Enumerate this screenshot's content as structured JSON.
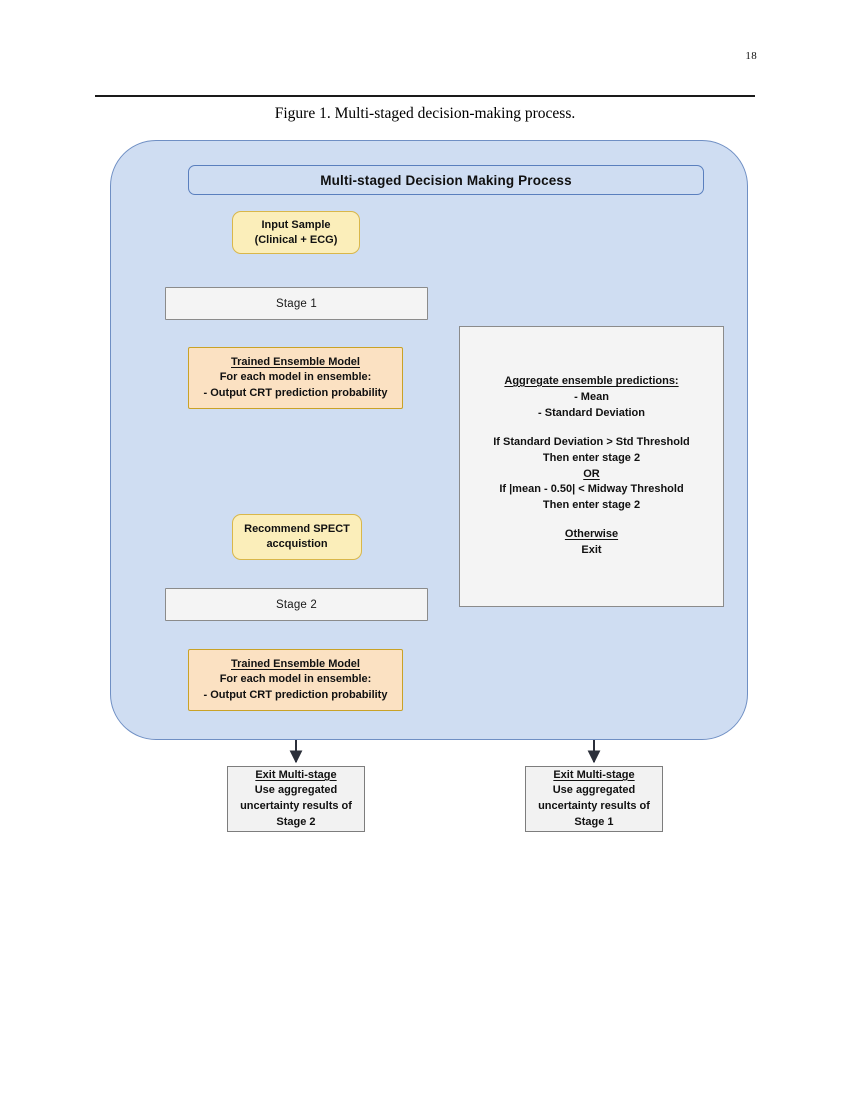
{
  "page": {
    "number": "18",
    "caption": "Figure 1. Multi-staged decision-making process."
  },
  "diagram": {
    "title": "Multi-staged Decision Making Process",
    "input_sample": {
      "line1": "Input Sample",
      "line2": "(Clinical + ECG)"
    },
    "stage1_bar": "Stage 1",
    "stage2_bar": "Stage 2",
    "ensemble_stage1": {
      "heading": "Trained Ensemble Model",
      "line1": "For each model in ensemble:",
      "line2": "- Output CRT prediction probability"
    },
    "ensemble_stage2": {
      "heading": "Trained Ensemble Model",
      "line1": "For each model in ensemble:",
      "line2": "- Output CRT prediction probability"
    },
    "aggregate": {
      "heading": "Aggregate ensemble predictions:",
      "bullet1": "- Mean",
      "bullet2": "- Standard Deviation",
      "cond1_line1": "If Standard Deviation > Std Threshold",
      "cond1_line2": "Then enter stage 2",
      "or": "OR",
      "cond2_line1": "If |mean - 0.50| < Midway Threshold",
      "cond2_line2": "Then enter stage 2",
      "otherwise": "Otherwise",
      "exit": "Exit"
    },
    "spect": {
      "line1": "Recommend SPECT",
      "line2": "accquistion"
    },
    "exit_stage2": {
      "heading": "Exit Multi-stage",
      "line1": "Use aggregated",
      "line2": "uncertainty results of",
      "line3": "Stage 2"
    },
    "exit_stage1": {
      "heading": "Exit Multi-stage",
      "line1": "Use aggregated",
      "line2": "uncertainty results of",
      "line3": "Stage 1"
    },
    "colors": {
      "panel_fill": "#cfddf2",
      "panel_border": "#6f8fc4",
      "yellow_fill": "#fbeeba",
      "yellow_border": "#d9b74a",
      "peach_fill": "#fbe1c2",
      "peach_border": "#c9a227",
      "gray_fill": "#f4f4f4",
      "gray_border": "#8b8b8b",
      "edge": "#2b2f3a"
    }
  }
}
